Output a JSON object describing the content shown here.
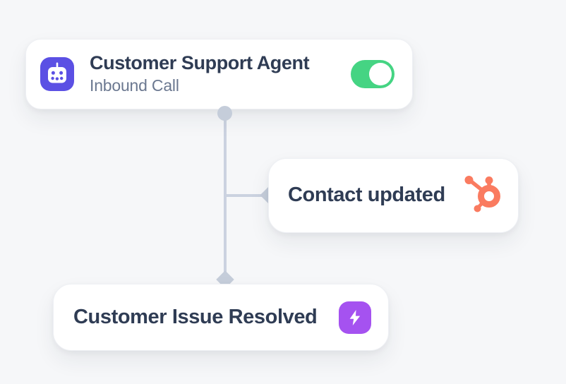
{
  "canvas": {
    "background": "#f6f7f9",
    "connector_color": "#c5cdda",
    "connector_line_color": "#cbd2e0"
  },
  "nodes": {
    "agent": {
      "title": "Customer Support Agent",
      "subtitle": "Inbound Call",
      "icon": "robot-icon",
      "icon_bg": "#5b50e4",
      "toggle": {
        "state": "on",
        "on_color": "#45d483"
      }
    },
    "contact": {
      "title": "Contact updated",
      "icon": "hubspot-icon",
      "icon_color": "#fa7b60"
    },
    "resolved": {
      "title": "Customer Issue Resolved",
      "icon": "lightning-icon",
      "icon_bg": "#a552f0"
    }
  }
}
